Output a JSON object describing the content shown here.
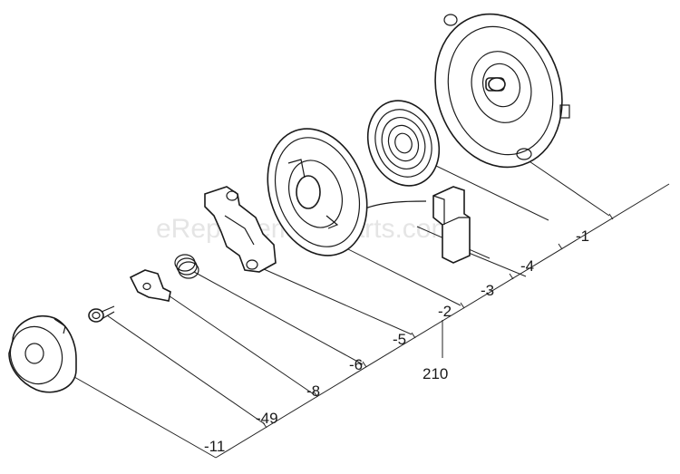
{
  "watermark": "eReplacementParts.com",
  "parts": [
    {
      "id": "housing",
      "label": "-1"
    },
    {
      "id": "spring",
      "label": "-4"
    },
    {
      "id": "handle",
      "label": "-3"
    },
    {
      "id": "pulley",
      "label": "-2"
    },
    {
      "id": "pawl-plate",
      "label": "-5"
    },
    {
      "id": "assembly",
      "label": "210"
    },
    {
      "id": "small-spring",
      "label": "-6"
    },
    {
      "id": "pawl",
      "label": "-8"
    },
    {
      "id": "screw",
      "label": "-49"
    },
    {
      "id": "cup",
      "label": "-11"
    }
  ]
}
